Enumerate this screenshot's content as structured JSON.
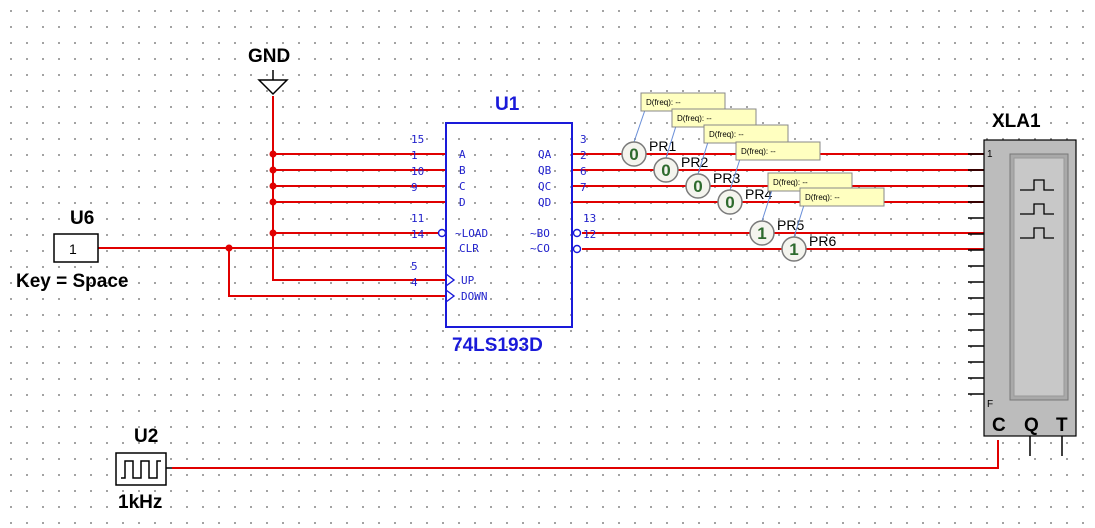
{
  "gnd": {
    "label": "GND"
  },
  "counter": {
    "ref": "U1",
    "part": "74LS193D",
    "pins_left": [
      {
        "num": "15",
        "name": "A"
      },
      {
        "num": "1",
        "name": "B"
      },
      {
        "num": "10",
        "name": "C"
      },
      {
        "num": "9",
        "name": "D"
      },
      {
        "num": "11",
        "name": "~LOAD"
      },
      {
        "num": "14",
        "name": "CLR"
      },
      {
        "num": "5",
        "name": "UP"
      },
      {
        "num": "4",
        "name": "DOWN"
      }
    ],
    "pins_right": [
      {
        "num": "3",
        "name": "QA"
      },
      {
        "num": "2",
        "name": "QB"
      },
      {
        "num": "6",
        "name": "QC"
      },
      {
        "num": "7",
        "name": "QD"
      },
      {
        "num": "13",
        "name": "~BO"
      },
      {
        "num": "12",
        "name": "~CO"
      }
    ]
  },
  "key": {
    "ref": "U6",
    "value": "1",
    "caption": "Key = Space"
  },
  "clock": {
    "ref": "U2",
    "freq": "1kHz"
  },
  "analyzer": {
    "ref": "XLA1",
    "top_pin": "1",
    "bottom_pin": "F",
    "c": "C",
    "q": "Q",
    "t": "T"
  },
  "probes": [
    {
      "name": "PR1",
      "value": "0",
      "tooltip": "D(freq): --"
    },
    {
      "name": "PR2",
      "value": "0",
      "tooltip": "D(freq): --"
    },
    {
      "name": "PR3",
      "value": "0",
      "tooltip": "D(freq): --"
    },
    {
      "name": "PR4",
      "value": "0",
      "tooltip": "D(freq): --"
    },
    {
      "name": "PR5",
      "value": "1",
      "tooltip": "D(freq): --"
    },
    {
      "name": "PR6",
      "value": "1",
      "tooltip": "D(freq): --"
    }
  ],
  "colors": {
    "wire": "#e00000",
    "ic": "#1a1ad9",
    "probe": "#2e6b2e",
    "tooltip": "#ffffc0"
  }
}
